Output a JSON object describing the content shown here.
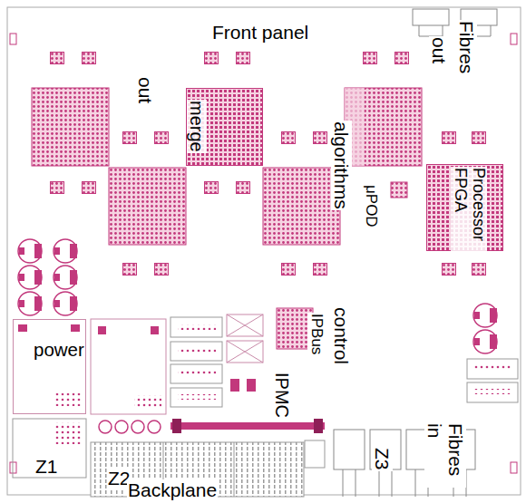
{
  "diagram": {
    "nodes": [
      {
        "text": [
          "merge"
        ]
      },
      {
        "text": [
          "Processor FPGA"
        ]
      },
      {
        "text": [
          "power"
        ]
      }
    ],
    "labels": [
      "Front panel",
      "out",
      "Fibres",
      "out",
      "algorithms",
      "μPOD",
      "IPBus",
      "control",
      "IPMC",
      "Z1",
      "Z2",
      "Z3",
      "Fibres in",
      "Backplane"
    ]
  }
}
